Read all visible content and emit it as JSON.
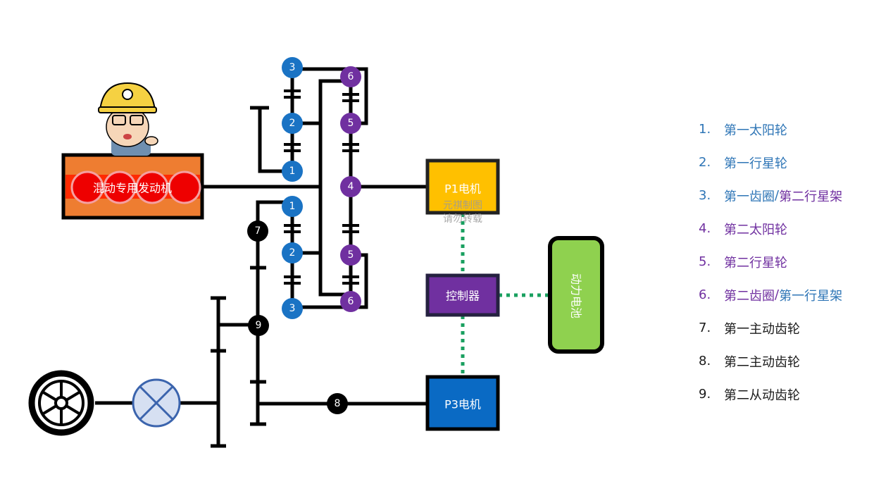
{
  "colors": {
    "blue": "#1a73c4",
    "purple": "#7030a0",
    "black": "#000000",
    "engine_orange": "#ee7d31",
    "engine_red": "#ff0000",
    "p1_yellow": "#ffc000",
    "controller_purple": "#7030a0",
    "p3_blue": "#0a6ac4",
    "battery_green": "#8fd14f",
    "dotted_green": "#1aa060",
    "diff_fill": "#d6e0f2",
    "diff_stroke": "#3b64ad",
    "legend_blue": "#2e75b6",
    "legend_purple": "#7030a0",
    "legend_black": "#1a1a1a"
  },
  "components": {
    "engine": "混动专用发动机",
    "p1_motor": "P1电机",
    "controller": "控制器",
    "p3_motor": "P3电机",
    "battery": "动力电池",
    "watermark_line1": "元祺制图",
    "watermark_line2": "请勿转载"
  },
  "nodes": {
    "upper_ring1": "3",
    "upper_planet1": "2",
    "upper_sun1": "1",
    "lower_sun1": "1",
    "lower_planet1": "2",
    "lower_ring1": "3",
    "upper_ring2": "6",
    "upper_planet2": "5",
    "sun2": "4",
    "lower_planet2": "5",
    "lower_ring2": "6",
    "drive_gear1": "7",
    "driven_gear2": "9",
    "drive_gear2": "8"
  },
  "legend": [
    {
      "num": "1.",
      "color": "blue",
      "parts": [
        {
          "text": "第一太阳轮",
          "color": "blue"
        }
      ]
    },
    {
      "num": "2.",
      "color": "blue",
      "parts": [
        {
          "text": "第一行星轮",
          "color": "blue"
        }
      ]
    },
    {
      "num": "3.",
      "color": "blue",
      "parts": [
        {
          "text": "第一齿圈",
          "color": "blue"
        },
        {
          "text": "/",
          "color": "blue"
        },
        {
          "text": "第二行星架",
          "color": "purple"
        }
      ]
    },
    {
      "num": "4.",
      "color": "purple",
      "parts": [
        {
          "text": "第二太阳轮",
          "color": "purple"
        }
      ]
    },
    {
      "num": "5.",
      "color": "purple",
      "parts": [
        {
          "text": "第二行星轮",
          "color": "purple"
        }
      ]
    },
    {
      "num": "6.",
      "color": "purple",
      "parts": [
        {
          "text": "第二齿圈",
          "color": "purple"
        },
        {
          "text": "/",
          "color": "purple"
        },
        {
          "text": "第一行星架",
          "color": "blue"
        }
      ]
    },
    {
      "num": "7.",
      "color": "black",
      "parts": [
        {
          "text": "第一主动齿轮",
          "color": "black"
        }
      ]
    },
    {
      "num": "8.",
      "color": "black",
      "parts": [
        {
          "text": "第二主动齿轮",
          "color": "black"
        }
      ]
    },
    {
      "num": "9.",
      "color": "black",
      "parts": [
        {
          "text": "第二从动齿轮",
          "color": "black"
        }
      ]
    }
  ]
}
